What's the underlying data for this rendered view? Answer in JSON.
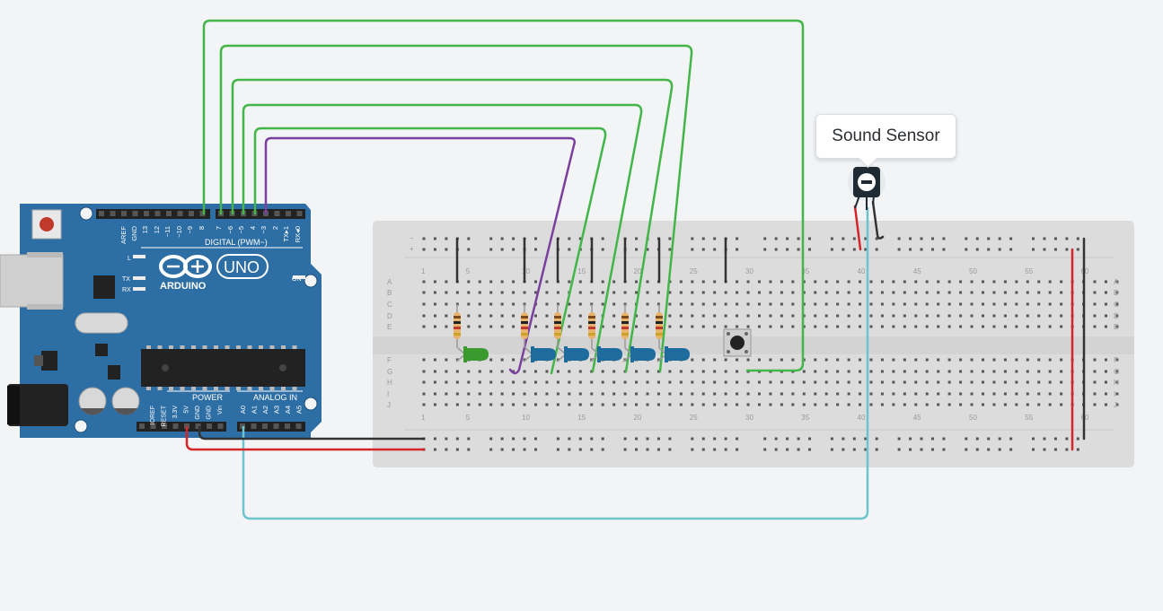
{
  "tooltip": {
    "label": "Sound Sensor"
  },
  "arduino": {
    "brand": "ARDUINO",
    "model": "UNO",
    "digital_label": "DIGITAL (PWM~)",
    "power_label": "POWER",
    "analog_label": "ANALOG IN",
    "on_label": "ON",
    "l_label": "L",
    "tx_label": "TX",
    "rx_label": "RX",
    "digital_pins": [
      "AREF",
      "GND",
      "13",
      "12",
      "~11",
      "~10",
      "~9",
      "8",
      "7",
      "~6",
      "~5",
      "4",
      "~3",
      "2",
      "TX▸1",
      "RX◂0"
    ],
    "power_pins": [
      "IOREF",
      "RESET",
      "3.3V",
      "5V",
      "GND",
      "GND",
      "Vin"
    ],
    "analog_pins": [
      "A0",
      "A1",
      "A2",
      "A3",
      "A4",
      "A5"
    ]
  },
  "breadboard": {
    "row_letters_top": [
      "A",
      "B",
      "C",
      "D",
      "E"
    ],
    "row_letters_bottom": [
      "F",
      "G",
      "H",
      "I",
      "J"
    ],
    "column_numbers": [
      "1",
      "5",
      "10",
      "15",
      "20",
      "25",
      "30",
      "35",
      "40",
      "45",
      "50",
      "55",
      "60"
    ],
    "rail_minus": "−",
    "rail_plus": "+"
  },
  "colors": {
    "wire_green": "#43b649",
    "wire_purple": "#7b3f9e",
    "wire_cyan": "#6cc5cd",
    "wire_red": "#d5262c",
    "wire_black": "#333333",
    "board_blue": "#2d6ea5",
    "led_green": "#3a9a2e",
    "led_blue": "#1e6b9e",
    "breadboard": "#dcdcdc"
  },
  "components": {
    "leds": [
      {
        "name": "led-green",
        "color": "green"
      },
      {
        "name": "led-blue-1",
        "color": "blue"
      },
      {
        "name": "led-blue-2",
        "color": "blue"
      },
      {
        "name": "led-blue-3",
        "color": "blue"
      },
      {
        "name": "led-blue-4",
        "color": "blue"
      },
      {
        "name": "led-blue-5",
        "color": "blue"
      },
      {
        "name": "led-blue-6",
        "color": "blue"
      }
    ],
    "icons": [
      "pushbutton-icon",
      "sound-sensor-icon",
      "resistor-icon",
      "microcontroller-chip-icon",
      "reset-button-icon",
      "usb-port-icon",
      "power-jack-icon",
      "capacitor-icon",
      "crystal-icon"
    ]
  }
}
